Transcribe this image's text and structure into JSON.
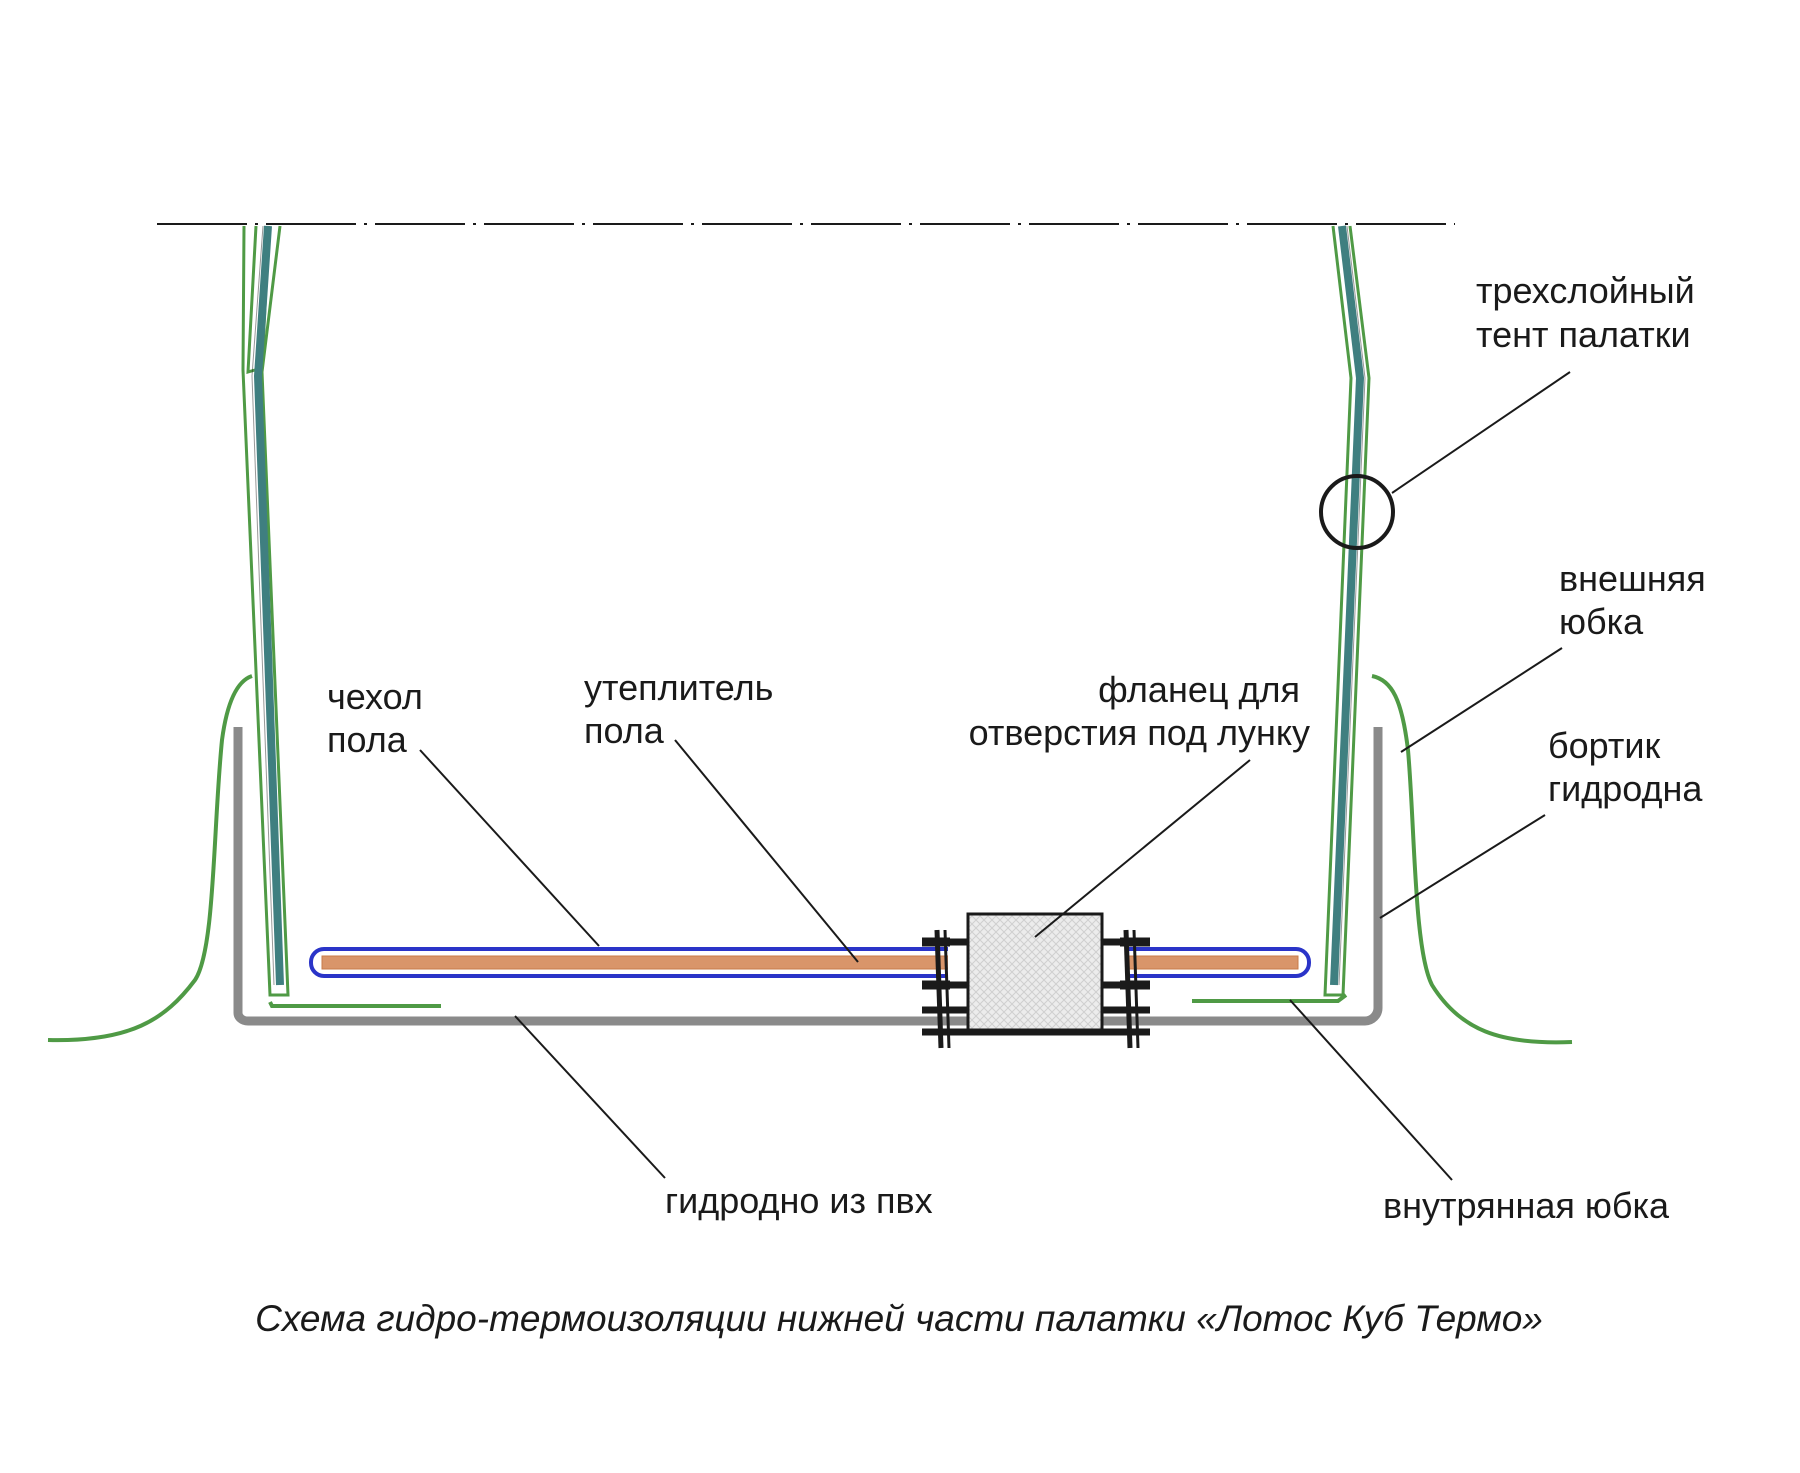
{
  "labels": {
    "tent": [
      "трехслойный",
      "тент палатки"
    ],
    "outer_skirt": [
      "внешняя",
      "юбка"
    ],
    "flood_rim": [
      "бортик",
      "гидродна"
    ],
    "floor_cover": [
      "чехол",
      "пола"
    ],
    "floor_insulation": [
      "утеплитель",
      "пола"
    ],
    "flange": [
      "фланец для",
      "отверстия под лунку"
    ],
    "pvc_floor": "гидродно из пвх",
    "inner_skirt": "внутрянная юбка"
  },
  "caption": "Схема гидро-термоизоляции нижней части палатки «Лотос Куб Термо»",
  "colors": {
    "tent_outer": "#4f9a45",
    "tent_core": "#3f7f80",
    "pvc_floor": "#8a8a8a",
    "cover": "#2a34c8",
    "insulation": "#d9956a",
    "flange_block": "#e6e6e6",
    "ink": "#1a1a1a"
  }
}
